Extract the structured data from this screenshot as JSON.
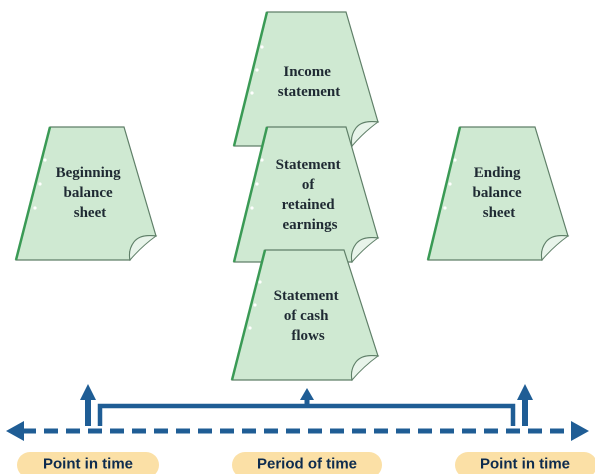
{
  "documents": {
    "income_statement": {
      "lines": [
        "Income",
        "statement"
      ]
    },
    "retained_earnings": {
      "lines": [
        "Statement",
        "of",
        "retained",
        "earnings"
      ]
    },
    "cash_flows": {
      "lines": [
        "Statement",
        "of cash",
        "flows"
      ]
    },
    "beginning_balance": {
      "lines": [
        "Beginning",
        "balance",
        "sheet"
      ]
    },
    "ending_balance": {
      "lines": [
        "Ending",
        "balance",
        "sheet"
      ]
    }
  },
  "timeline": {
    "left_label": "Point in time",
    "center_label": "Period of time",
    "right_label": "Point in time"
  },
  "colors": {
    "doc_fill": "#cfe9d2",
    "doc_fold": "#e8f4ea",
    "doc_edge": "#3a9a55",
    "doc_stroke": "#5f7f68",
    "arrow": "#1f5d95",
    "pill": "#fbe0a6"
  }
}
